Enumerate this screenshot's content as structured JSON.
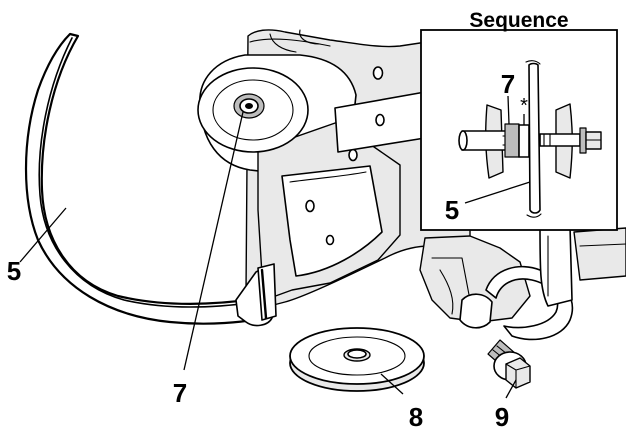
{
  "inset": {
    "title": "Sequence",
    "callouts": [
      {
        "id": "inset-part-7",
        "label": "7"
      },
      {
        "id": "inset-part-5",
        "label": "5"
      },
      {
        "id": "inset-asterisk",
        "label": "*"
      }
    ]
  },
  "callouts": [
    {
      "id": "part-5",
      "label": "5"
    },
    {
      "id": "part-7",
      "label": "7"
    },
    {
      "id": "part-8",
      "label": "8"
    },
    {
      "id": "part-9",
      "label": "9"
    }
  ]
}
